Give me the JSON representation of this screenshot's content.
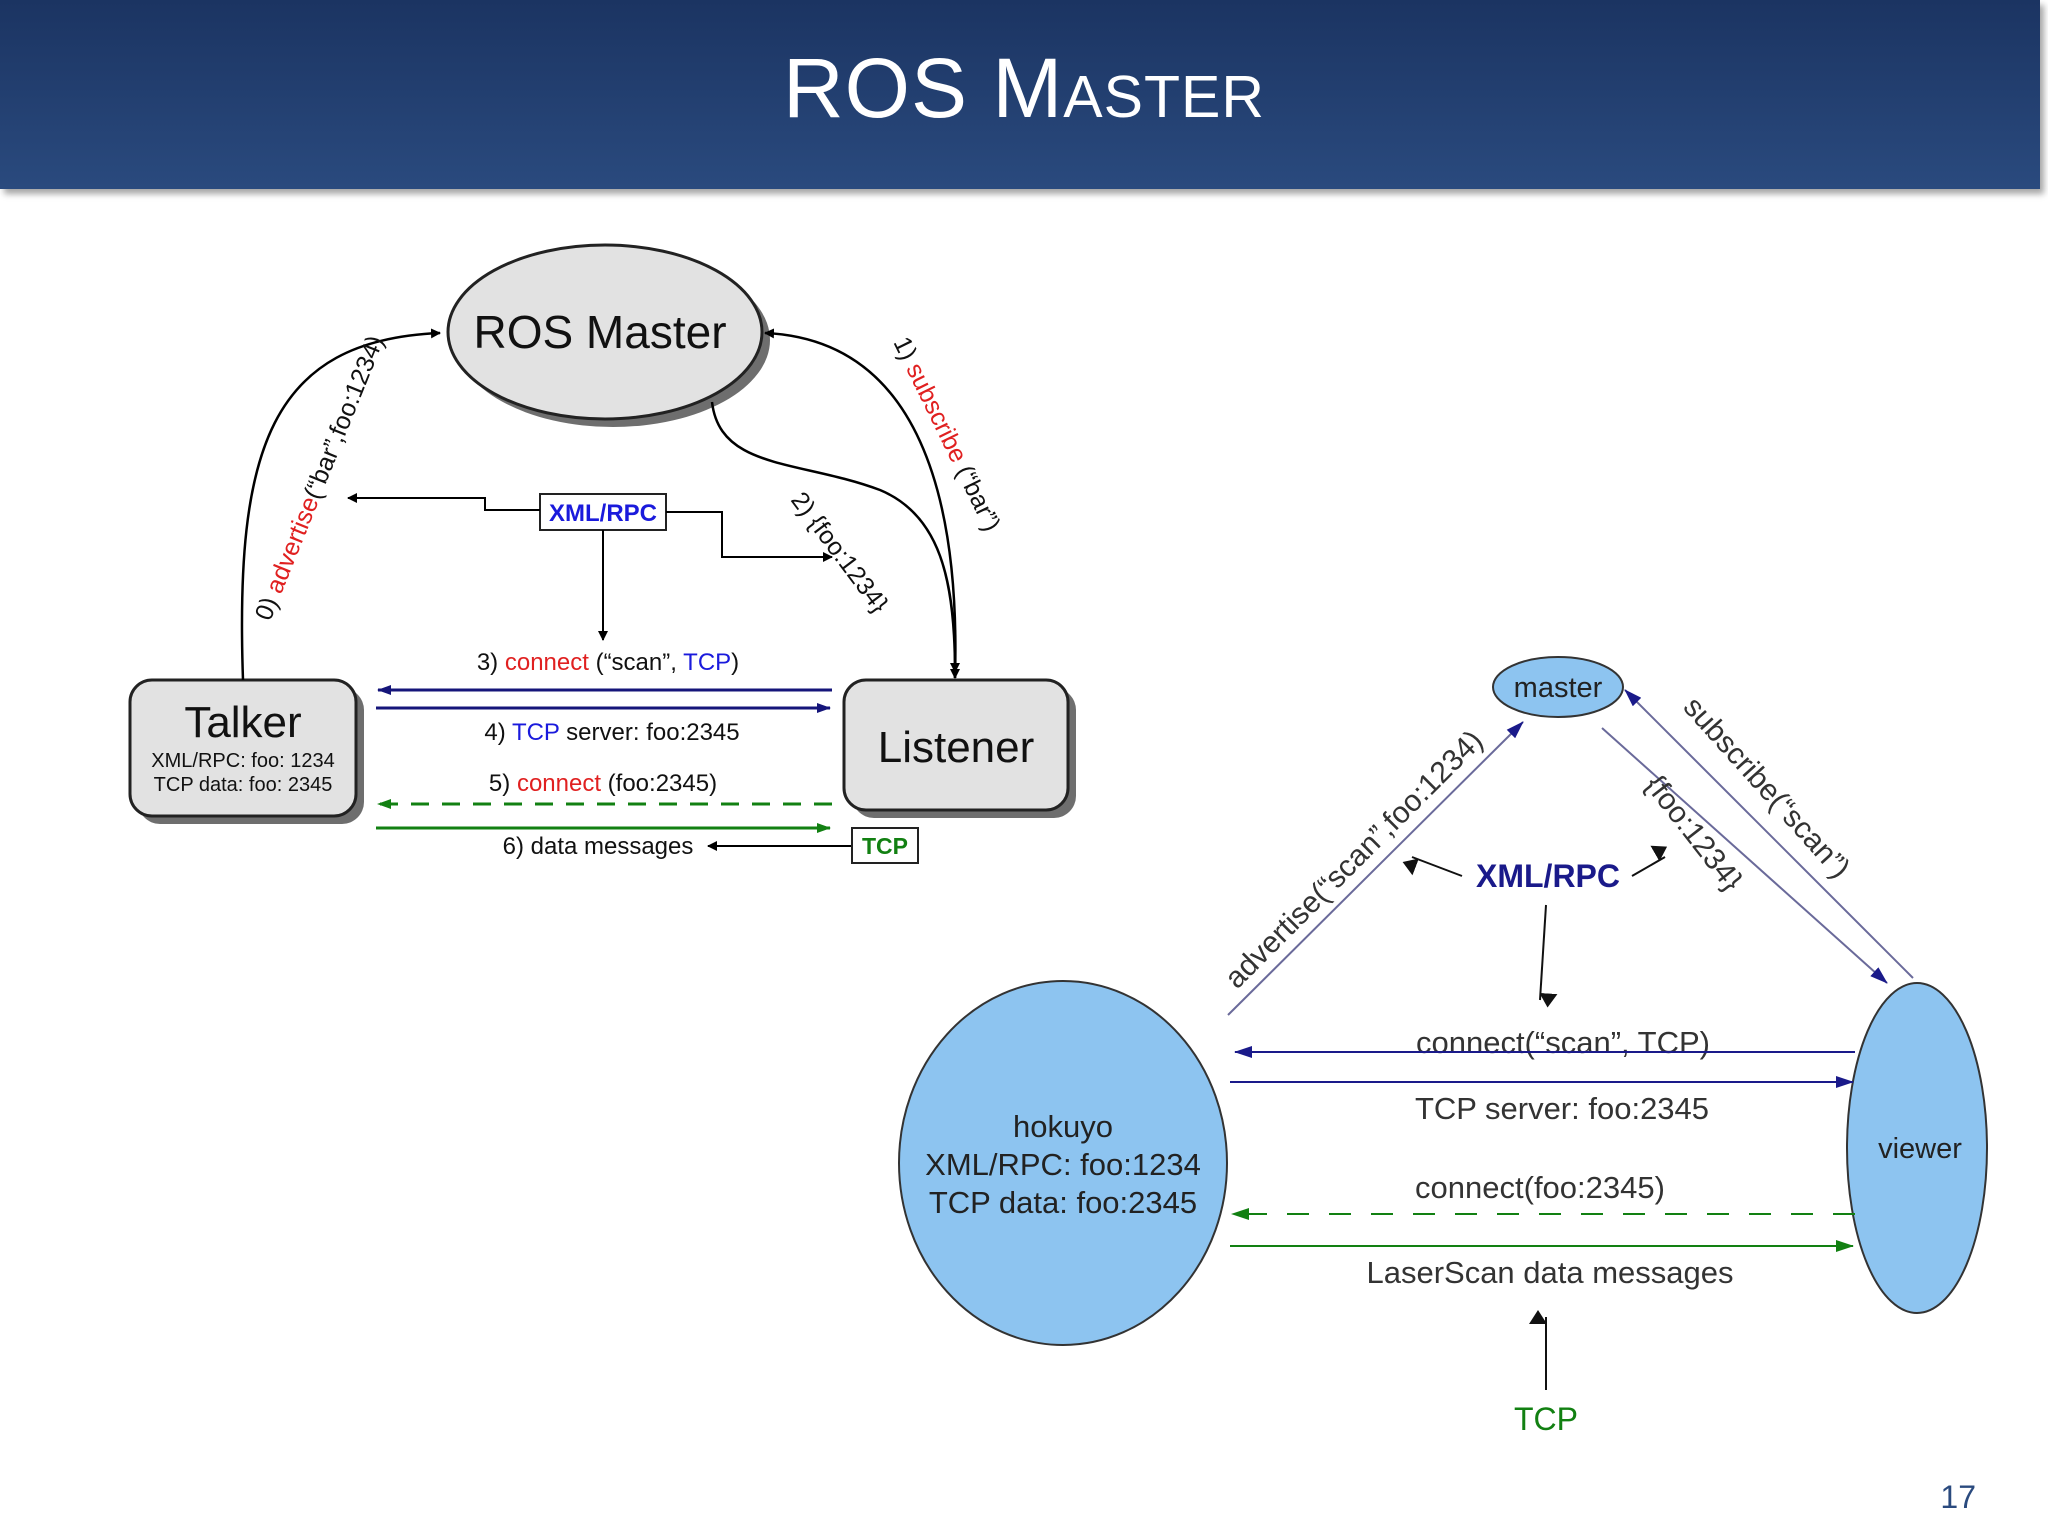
{
  "slide": {
    "title": "ROS Master",
    "page_number": "17"
  },
  "diagram1": {
    "master_label": "ROS Master",
    "talker": {
      "title": "Talker",
      "line1": "XML/RPC: foo: 1234",
      "line2": "TCP data: foo: 2345"
    },
    "listener": {
      "title": "Listener"
    },
    "xmlrpc_box": "XML/RPC",
    "tcp_box": "TCP",
    "step0": {
      "prefix": "0) ",
      "verb": "advertise",
      "args": "(“bar”,foo:1234)"
    },
    "step1": {
      "prefix": "1) ",
      "verb": "subscribe",
      "args": " (“bar”)"
    },
    "step2": {
      "text": "2) {foo:1234}"
    },
    "step3": {
      "prefix": "3) ",
      "verb": "connect",
      "mid": " (“scan”, ",
      "tcp": "TCP",
      "suffix": ")"
    },
    "step4": {
      "prefix": "4) ",
      "tcp": "TCP",
      "rest": " server: foo:2345"
    },
    "step5": {
      "prefix": "5) ",
      "verb": "connect",
      "rest": " (foo:2345)"
    },
    "step6": {
      "text": "6) data messages"
    }
  },
  "diagram2": {
    "master_label": "master",
    "hokuyo": {
      "line1": "hokuyo",
      "line2": "XML/RPC: foo:1234",
      "line3": "TCP data: foo:2345"
    },
    "viewer_label": "viewer",
    "advertise": "advertise(“scan”,foo:1234)",
    "subscribe": "subscribe(“scan”)",
    "reply": "{foo:1234}",
    "xmlrpc": "XML/RPC",
    "connect": "connect(“scan”, TCP)",
    "tcp_server": "TCP server: foo:2345",
    "connect_port": "connect(foo:2345)",
    "data_messages": "LaserScan data messages",
    "tcp": "TCP"
  },
  "colors": {
    "title_bar": "#213e6e",
    "red": "#e02020",
    "blue": "#1a1adc",
    "navy": "#15157a",
    "green": "#128012",
    "light_blue": "#8dc4f0"
  }
}
